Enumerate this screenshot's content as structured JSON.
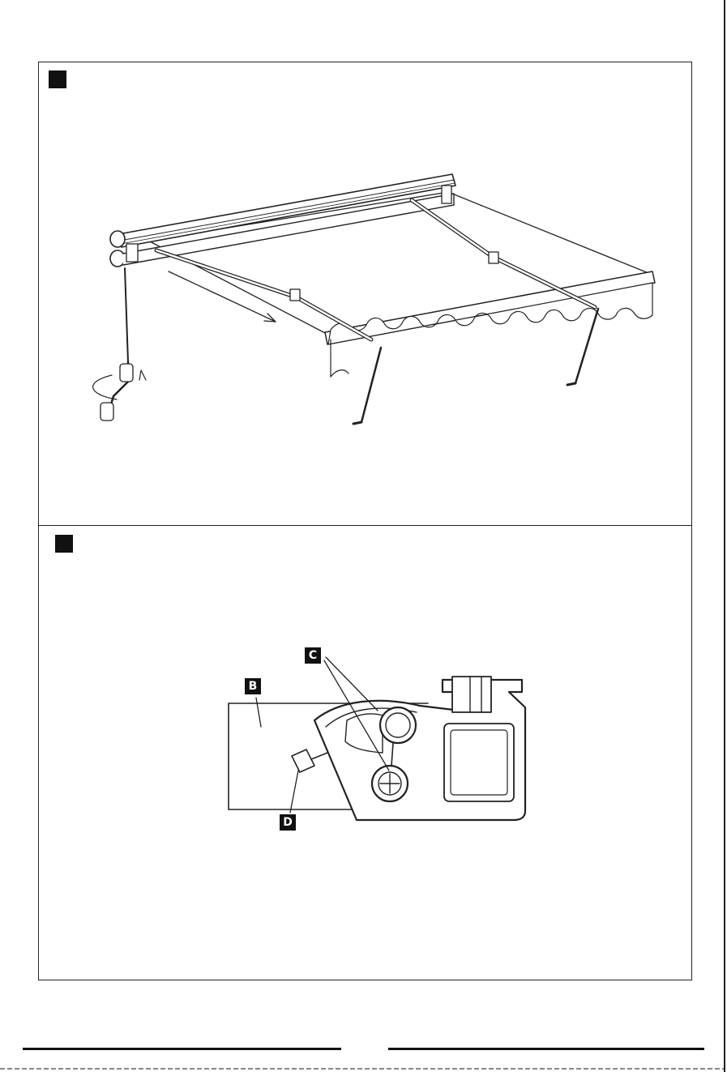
{
  "panel_1": {
    "step_marker": "",
    "illustration": "awning-extended-with-crank-handle"
  },
  "panel_2": {
    "step_marker": "",
    "illustration": "arm-bracket-detail",
    "callouts": {
      "b": "B",
      "c": "C",
      "d": "D"
    }
  },
  "colors": {
    "ink": "#111111",
    "paper": "#ffffff"
  }
}
